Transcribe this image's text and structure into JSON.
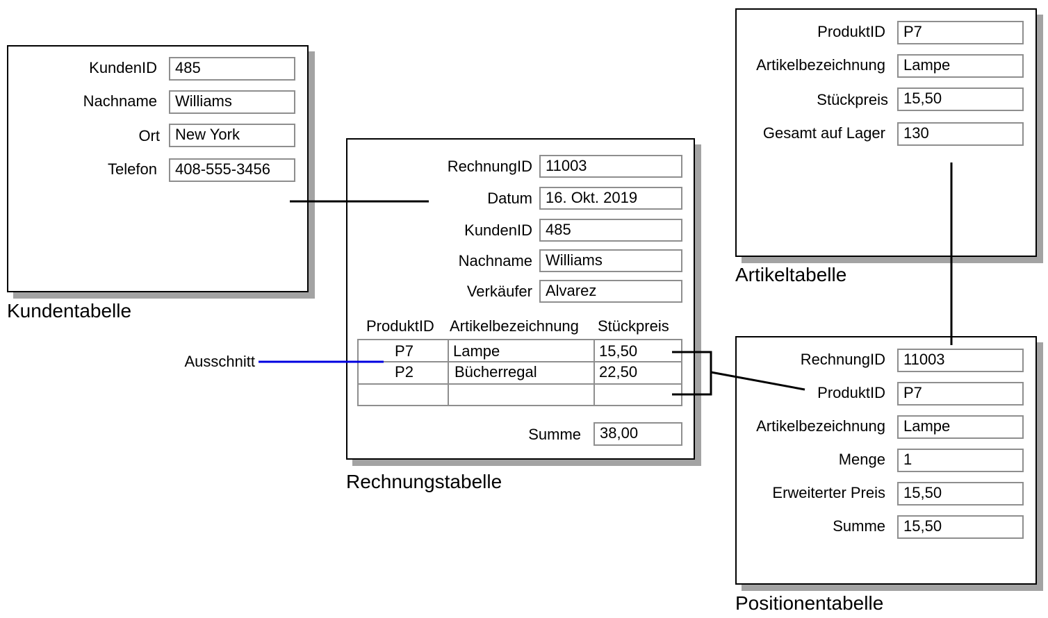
{
  "customer_table": {
    "caption": "Kundentabelle",
    "fields": [
      {
        "label": "KundenID",
        "value": "485"
      },
      {
        "label": "Nachname",
        "value": "Williams"
      },
      {
        "label": "Ort",
        "value": "New York"
      },
      {
        "label": "Telefon",
        "value": "408-555-3456"
      }
    ]
  },
  "invoice_table": {
    "caption": "Rechnungstabelle",
    "fields": [
      {
        "label": "RechnungID",
        "value": "11003"
      },
      {
        "label": "Datum",
        "value": "16. Okt. 2019"
      },
      {
        "label": "KundenID",
        "value": "485"
      },
      {
        "label": "Nachname",
        "value": "Williams"
      },
      {
        "label": "Verkäufer",
        "value": "Alvarez"
      }
    ],
    "columns": [
      "ProduktID",
      "Artikelbezeichnung",
      "Stückpreis"
    ],
    "rows": [
      [
        "P7",
        "Lampe",
        "15,50"
      ],
      [
        "P2",
        "Bücherregal",
        "22,50"
      ]
    ],
    "total_label": "Summe",
    "total_value": "38,00"
  },
  "article_table": {
    "caption": "Artikeltabelle",
    "fields": [
      {
        "label": "ProduktID",
        "value": "P7"
      },
      {
        "label": "Artikelbezeichnung",
        "value": "Lampe"
      },
      {
        "label": "Stückpreis",
        "value": "15,50"
      },
      {
        "label": "Gesamt auf Lager",
        "value": "130"
      }
    ]
  },
  "position_table": {
    "caption": "Positionentabelle",
    "fields": [
      {
        "label": "RechnungID",
        "value": "11003"
      },
      {
        "label": "ProduktID",
        "value": "P7"
      },
      {
        "label": "Artikelbezeichnung",
        "value": "Lampe"
      },
      {
        "label": "Menge",
        "value": "1"
      },
      {
        "label": "Erweiterter Preis",
        "value": "15,50"
      },
      {
        "label": "Summe",
        "value": "15,50"
      }
    ]
  },
  "annotation": {
    "label": "Ausschnitt",
    "color": "#0000e0"
  }
}
